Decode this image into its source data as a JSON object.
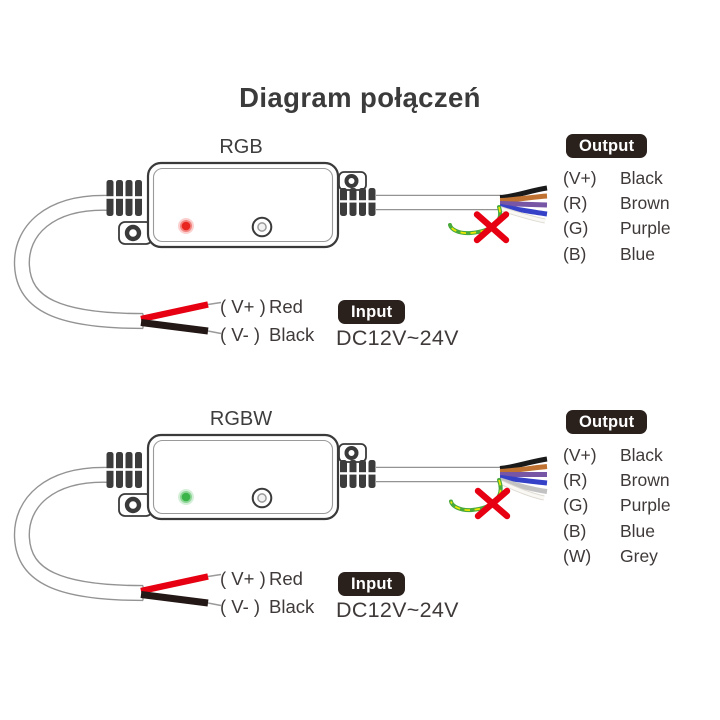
{
  "title": "Diagram połączeń",
  "colors": {
    "text": "#3f3a39",
    "badge_bg": "#2a211d",
    "badge_text": "#ffffff",
    "x_mark": "#e60012",
    "device_outline": "#3a3a3a",
    "cable_outline": "#939393"
  },
  "diagrams": [
    {
      "name": "RGB",
      "led": {
        "color": "#e8251f",
        "state": "red"
      },
      "input": {
        "badge_label": "Input",
        "voltage": "DC12V~24V",
        "wires": [
          {
            "pin": "( V+ )",
            "color_name": "Red",
            "color": "#e60012"
          },
          {
            "pin": "( V- )",
            "color_name": "Black",
            "color": "#231815"
          }
        ]
      },
      "output": {
        "badge_label": "Output",
        "rows": [
          {
            "pin": "(V+)",
            "color_name": "Black",
            "color": "#1a1a1a"
          },
          {
            "pin": "(R)",
            "color_name": "Brown",
            "color": "#bf7231"
          },
          {
            "pin": "(G)",
            "color_name": "Purple",
            "color": "#7656a5"
          },
          {
            "pin": "(B)",
            "color_name": "Blue",
            "color": "#3542c8"
          }
        ],
        "earth": {
          "green": "#4aa93c",
          "yellow": "#ece800",
          "crossed_out": true
        }
      }
    },
    {
      "name": "RGBW",
      "led": {
        "color": "#3bb54a",
        "state": "green"
      },
      "input": {
        "badge_label": "Input",
        "voltage": "DC12V~24V",
        "wires": [
          {
            "pin": "( V+ )",
            "color_name": "Red",
            "color": "#e60012"
          },
          {
            "pin": "( V- )",
            "color_name": "Black",
            "color": "#231815"
          }
        ]
      },
      "output": {
        "badge_label": "Output",
        "rows": [
          {
            "pin": "(V+)",
            "color_name": "Black",
            "color": "#1a1a1a"
          },
          {
            "pin": "(R)",
            "color_name": "Brown",
            "color": "#bf7231"
          },
          {
            "pin": "(G)",
            "color_name": "Purple",
            "color": "#7656a5"
          },
          {
            "pin": "(B)",
            "color_name": "Blue",
            "color": "#3542c8"
          },
          {
            "pin": "(W)",
            "color_name": "Grey",
            "color": "#c2c2c2"
          }
        ],
        "earth": {
          "green": "#4aa93c",
          "yellow": "#ece800",
          "crossed_out": true
        }
      }
    }
  ]
}
